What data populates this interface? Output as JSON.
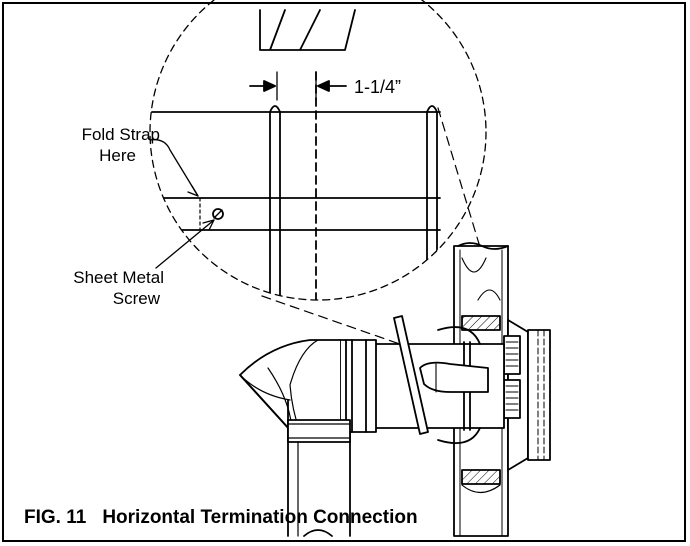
{
  "figure": {
    "number": "FIG. 11",
    "title": "Horizontal Termination Connection"
  },
  "callouts": {
    "fold_strap_line1": "Fold Strap",
    "fold_strap_line2": "Here",
    "screw_line1": "Sheet Metal",
    "screw_line2": "Screw",
    "dimension": "1-1/4”"
  },
  "colors": {
    "line": "#000000",
    "background": "#ffffff"
  }
}
